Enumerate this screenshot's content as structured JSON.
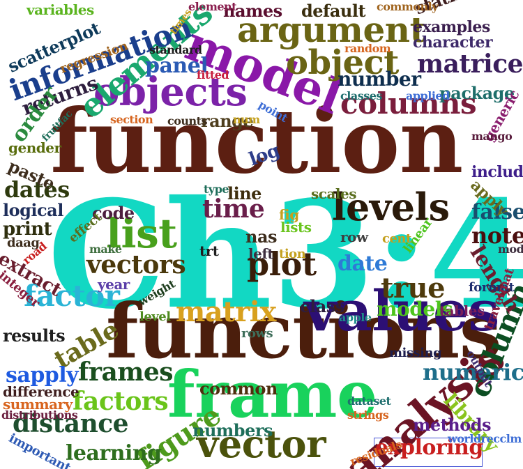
{
  "words": [
    {
      "text": "Ch3:4",
      "color": "#12d8c3"
    },
    {
      "text": "function",
      "color": "#5c1f12"
    },
    {
      "text": "functions",
      "color": "#4b1e0c"
    },
    {
      "text": "frame",
      "color": "#19d25c"
    },
    {
      "text": "values",
      "color": "#2c0f74"
    },
    {
      "text": "model",
      "color": "#8a18a8"
    },
    {
      "text": "objects",
      "color": "#7b22a8"
    },
    {
      "text": "analysis",
      "color": "#6b1424"
    },
    {
      "text": "vector",
      "color": "#4b520c"
    },
    {
      "text": "argument",
      "color": "#6a6414"
    },
    {
      "text": "object",
      "color": "#6a6414"
    },
    {
      "text": "elements",
      "color": "#1aa86e"
    },
    {
      "text": "information",
      "color": "#1a3e8c"
    },
    {
      "text": "levels",
      "color": "#2a1a0a"
    },
    {
      "text": "list",
      "color": "#48a01c"
    },
    {
      "text": "plot",
      "color": "#3a1e0a"
    },
    {
      "text": "columns",
      "color": "#7a1e3c"
    },
    {
      "text": "matrix",
      "color": "#d8a01e"
    },
    {
      "text": "factor",
      "color": "#2ab4d6"
    },
    {
      "text": "column",
      "color": "#0c4e22"
    },
    {
      "text": "figure",
      "color": "#4e9a1c"
    },
    {
      "text": "frames",
      "color": "#1a4e1e"
    },
    {
      "text": "factors",
      "color": "#6ac41a"
    },
    {
      "text": "vectors",
      "color": "#4a380c"
    },
    {
      "text": "matrices",
      "color": "#3a1e5c"
    },
    {
      "text": "true",
      "color": "#4e3a0c"
    },
    {
      "text": "table",
      "color": "#6a6a1c"
    },
    {
      "text": "time",
      "color": "#6a1e4a"
    },
    {
      "text": "distance",
      "color": "#1e4e2e"
    },
    {
      "text": "learning",
      "color": "#2e6e1e"
    },
    {
      "text": "numeric",
      "color": "#1e6e8a"
    },
    {
      "text": "exploring",
      "color": "#c81e1e"
    },
    {
      "text": "date",
      "color": "#2e7ad6"
    },
    {
      "text": "false",
      "color": "#1a4e6e"
    },
    {
      "text": "note",
      "color": "#4a0e0e"
    },
    {
      "text": "length",
      "color": "#6a1e2e"
    },
    {
      "text": "number",
      "color": "#0e2e4e"
    },
    {
      "text": "panel",
      "color": "#2a5ab4"
    },
    {
      "text": "returns",
      "color": "#2e1e3e"
    },
    {
      "text": "order",
      "color": "#2a8a3e"
    },
    {
      "text": "dates",
      "color": "#2e3a0e"
    },
    {
      "text": "names",
      "color": "#5a0e2e"
    },
    {
      "text": "default",
      "color": "#3a2e0e"
    },
    {
      "text": "scatterplot",
      "color": "#0e3a5a"
    },
    {
      "text": "statistical",
      "color": "#3e1e1e"
    },
    {
      "text": "examples",
      "color": "#3a1e4e"
    },
    {
      "text": "character",
      "color": "#3e2a6a"
    },
    {
      "text": "package",
      "color": "#1e6e6a"
    },
    {
      "text": "models",
      "color": "#4ec41e"
    },
    {
      "text": "class",
      "color": "#2e1e3e"
    },
    {
      "text": "sapply",
      "color": "#1e5ae0"
    },
    {
      "text": "library",
      "color": "#8ac41e"
    },
    {
      "text": "methods",
      "color": "#5a1e8a"
    },
    {
      "text": "results",
      "color": "#1e1e1e"
    },
    {
      "text": "difference",
      "color": "#3e1e1e"
    },
    {
      "text": "summary",
      "color": "#d8641e"
    },
    {
      "text": "distributions",
      "color": "#6a1e3e"
    },
    {
      "text": "important",
      "color": "#2e5ab4"
    },
    {
      "text": "numbers",
      "color": "#1e6e5a"
    },
    {
      "text": "common",
      "color": "#4e2e0e"
    },
    {
      "text": "code",
      "color": "#4e1e3e"
    },
    {
      "text": "line",
      "color": "#3e2e0e"
    },
    {
      "text": "range",
      "color": "#4e3e1e"
    },
    {
      "text": "log",
      "color": "#2e3e8a"
    },
    {
      "text": "print",
      "color": "#2e2e0e"
    },
    {
      "text": "logical",
      "color": "#1e2e5a"
    },
    {
      "text": "extract",
      "color": "#6a1e2e"
    },
    {
      "text": "paste",
      "color": "#3e2e1e"
    },
    {
      "text": "gender",
      "color": "#5a6e0e"
    },
    {
      "text": "apply",
      "color": "#6a6a1e"
    },
    {
      "text": "include",
      "color": "#3e1e8a"
    },
    {
      "text": "generic",
      "color": "#8a1e6e"
    },
    {
      "text": "mango",
      "color": "#5a1e3e"
    },
    {
      "text": "format",
      "color": "#1e2e6e"
    },
    {
      "text": "mode",
      "color": "#3e2e3e"
    },
    {
      "text": "output",
      "color": "#3e2e6e"
    },
    {
      "text": "travelmat",
      "color": "#8a1e3e"
    },
    {
      "text": "tables",
      "color": "#7a1e5a"
    },
    {
      "text": "linear",
      "color": "#4ec41e"
    },
    {
      "text": "cent",
      "color": "#c4a01e"
    },
    {
      "text": "row",
      "color": "#3e3e3e"
    },
    {
      "text": "lists",
      "color": "#6ac41e"
    },
    {
      "text": "fig",
      "color": "#c4a01e"
    },
    {
      "text": "scales",
      "color": "#5a6e1e"
    },
    {
      "text": "nas",
      "color": "#3e2e1e"
    },
    {
      "text": "left",
      "color": "#3e2e3e"
    },
    {
      "text": "tion",
      "color": "#c4a01e"
    },
    {
      "text": "trt",
      "color": "#1e1e1e"
    },
    {
      "text": "year",
      "color": "#5a3ea8"
    },
    {
      "text": "effect",
      "color": "#5a6e1e"
    },
    {
      "text": "make",
      "color": "#3e6e3e"
    },
    {
      "text": "weight",
      "color": "#1e3e1e"
    },
    {
      "text": "level",
      "color": "#4e8a1e"
    },
    {
      "text": "rows",
      "color": "#3e6e5a"
    },
    {
      "text": "missing",
      "color": "#1e1e4e"
    },
    {
      "text": "dataset",
      "color": "#1e6e6e"
    },
    {
      "text": "strings",
      "color": "#d6641e"
    },
    {
      "text": "residuals",
      "color": "#d6641e"
    },
    {
      "text": "worldrecclm",
      "color": "#3e6ed6"
    },
    {
      "text": "apple",
      "color": "#1e8a8a"
    },
    {
      "text": "section",
      "color": "#d6641e"
    },
    {
      "text": "counts",
      "color": "#3e2e1e"
    },
    {
      "text": "num",
      "color": "#c4a01e"
    },
    {
      "text": "point",
      "color": "#3e6ed6"
    },
    {
      "text": "type",
      "color": "#1e6e5a"
    },
    {
      "text": "fitted",
      "color": "#c81e3e"
    },
    {
      "text": "standard",
      "color": "#1e1e1e"
    },
    {
      "text": "times",
      "color": "#c4a01e"
    },
    {
      "text": "element",
      "color": "#8a1e4e"
    },
    {
      "text": "variables",
      "color": "#5ab41e"
    },
    {
      "text": "regression",
      "color": "#a0641e"
    },
    {
      "text": "random",
      "color": "#d6641e"
    },
    {
      "text": "commonly",
      "color": "#a0641e"
    },
    {
      "text": "classes",
      "color": "#1e6e6e"
    },
    {
      "text": "applied",
      "color": "#3e6ed6"
    },
    {
      "text": "fruitfac",
      "color": "#1e6e5a"
    },
    {
      "text": "daag",
      "color": "#3e2e1e"
    },
    {
      "text": "road",
      "color": "#c81e1e"
    },
    {
      "text": "integer",
      "color": "#8a1e3e"
    }
  ]
}
